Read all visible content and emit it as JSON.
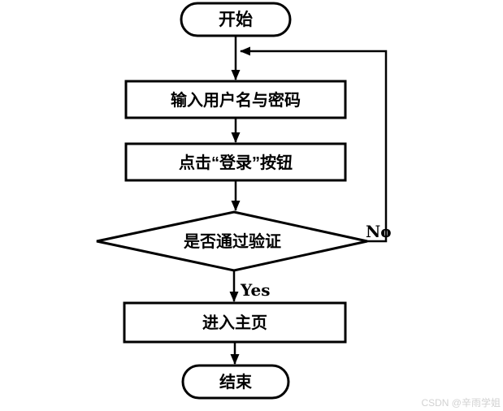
{
  "flowchart": {
    "nodes": {
      "start": "开始",
      "input_credentials": "输入用户名与密码",
      "click_login": "点击“登录”按钮",
      "verify_decision": "是否通过验证",
      "enter_home": "进入主页",
      "end": "结束"
    },
    "edge_labels": {
      "yes": "Yes",
      "no": "No"
    },
    "colors": {
      "stroke": "#000000",
      "node_fill": "#ffffff",
      "watermark": "#d2d2d2"
    }
  },
  "watermark": "CSDN @辛雨学姐"
}
